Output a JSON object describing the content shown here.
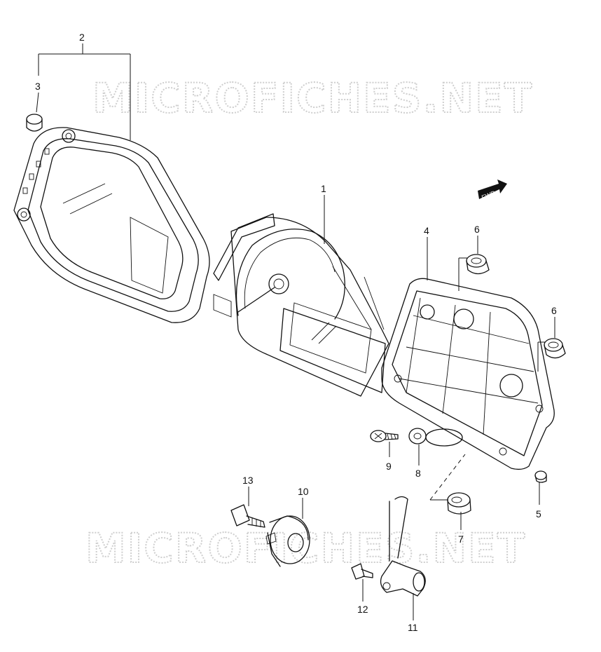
{
  "watermark": {
    "top": "MICROFICHES.NET",
    "bottom": "MICROFICHES.NET"
  },
  "direction_tag": "FWD",
  "callouts": {
    "c1": "1",
    "c2": "2",
    "c3": "3",
    "c4": "4",
    "c5": "5",
    "c6a": "6",
    "c6b": "6",
    "c7": "7",
    "c8": "8",
    "c9": "9",
    "c10": "10",
    "c11": "11",
    "c12": "12",
    "c13": "13"
  }
}
